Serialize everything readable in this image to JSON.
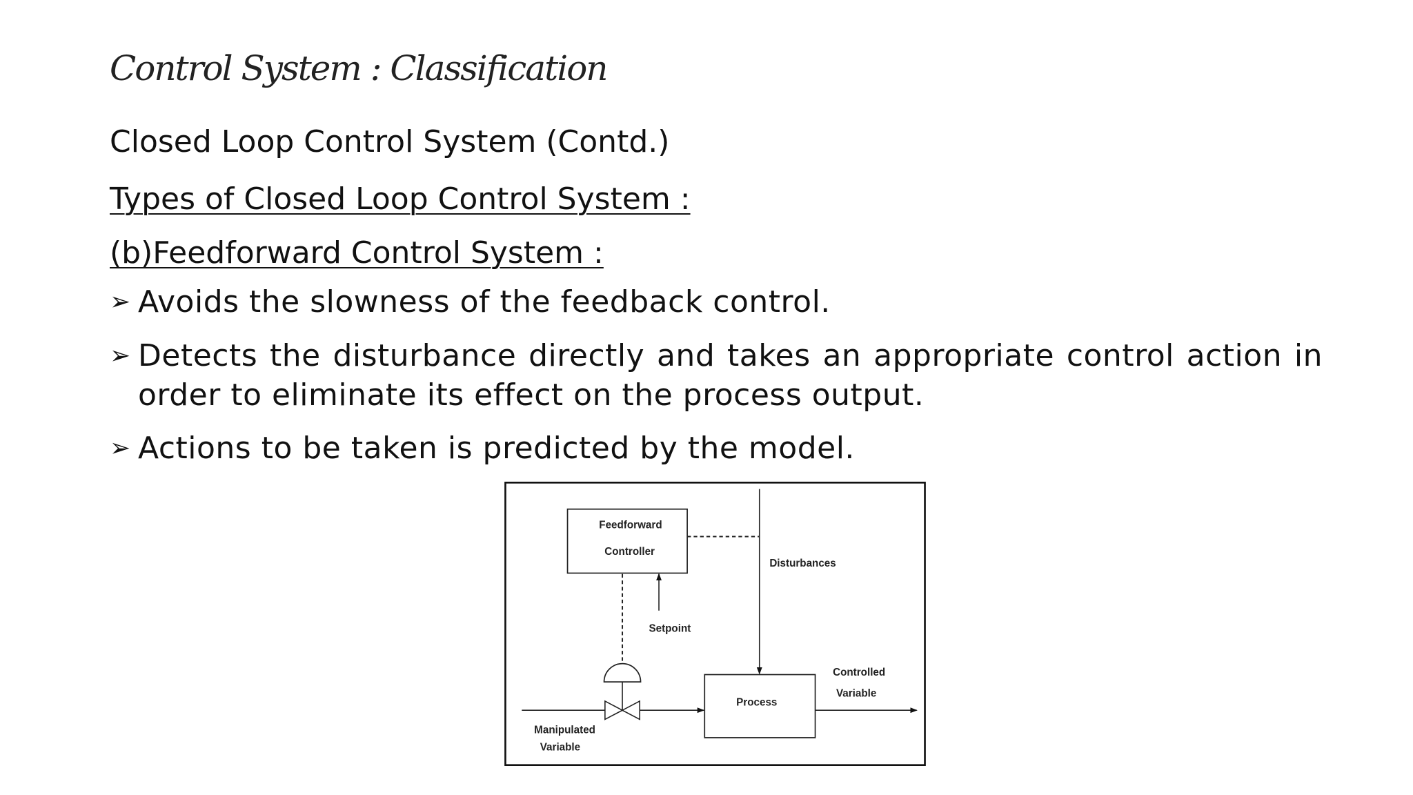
{
  "slide": {
    "title": "Control System : Classification",
    "subtitle": "Closed Loop Control System (Contd.)",
    "types_heading": "Types of Closed Loop Control System :",
    "section_heading": "(b)Feedforward Control System :",
    "bullet_icon": "arrowhead-bullet-icon",
    "bullet_glyph": "➢",
    "bullets": [
      "Avoids the slowness of the feedback control.",
      "Detects the disturbance directly and takes an appropriate control action in order to eliminate its effect on the process output.",
      "Actions to be taken is predicted by the model."
    ]
  },
  "diagram": {
    "controller_line1": "Feedforward",
    "controller_line2": "Controller",
    "disturbances": "Disturbances",
    "setpoint": "Setpoint",
    "process": "Process",
    "controlled_line1": "Controlled",
    "controlled_line2": "Variable",
    "manipulated_line1": "Manipulated",
    "manipulated_line2": "Variable"
  }
}
